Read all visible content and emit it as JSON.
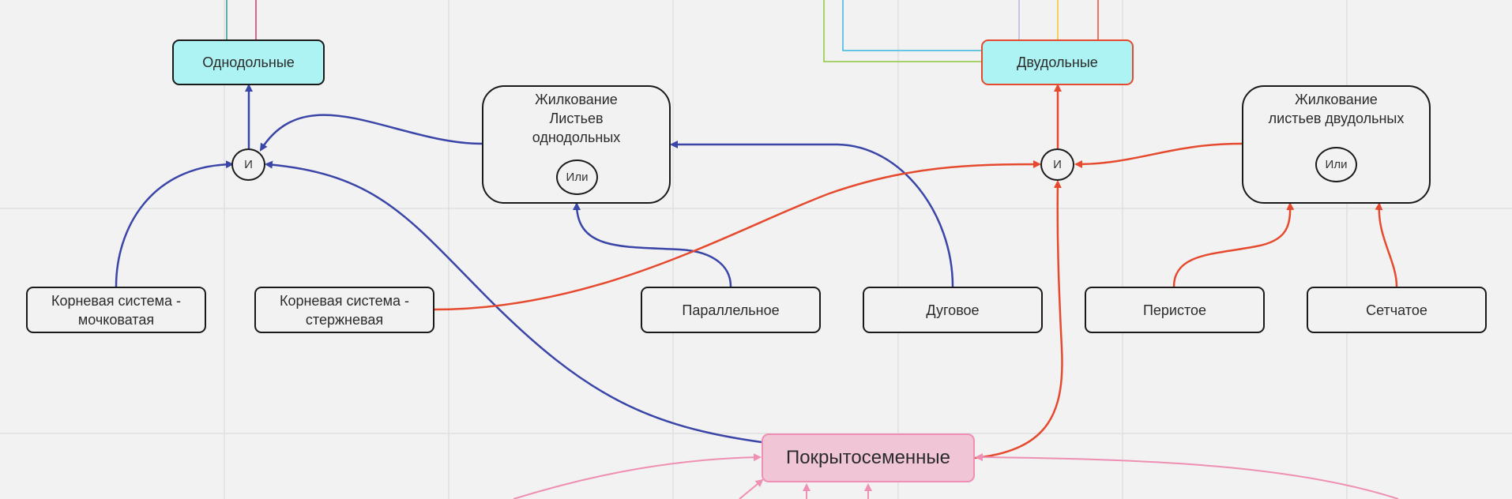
{
  "nodes": {
    "monocots": "Однодольные",
    "dicots": "Двудольные",
    "angiosperms": "Покрытосеменные",
    "mono_venation": [
      "Жилкование",
      "Листьев",
      "однодольных"
    ],
    "dicot_venation": [
      "Жилкование",
      "листьев двудольных"
    ],
    "fibrous_root": [
      "Корневая система -",
      "мочковатая"
    ],
    "tap_root": [
      "Корневая система -",
      "стержневая"
    ],
    "parallel": "Параллельное",
    "arcuate": "Дуговое",
    "pinnate": "Перистое",
    "reticulate": "Сетчатое"
  },
  "gates": {
    "and_left": "И",
    "and_right": "И",
    "or_left": "Или",
    "or_right": "Или"
  },
  "colors": {
    "blue_connector": "#3a45a8",
    "red_connector": "#e64a2e",
    "pink_connector": "#ee8fb3",
    "cyan_fill": "#adf3f3",
    "pink_fill": "#f0c6d6"
  }
}
